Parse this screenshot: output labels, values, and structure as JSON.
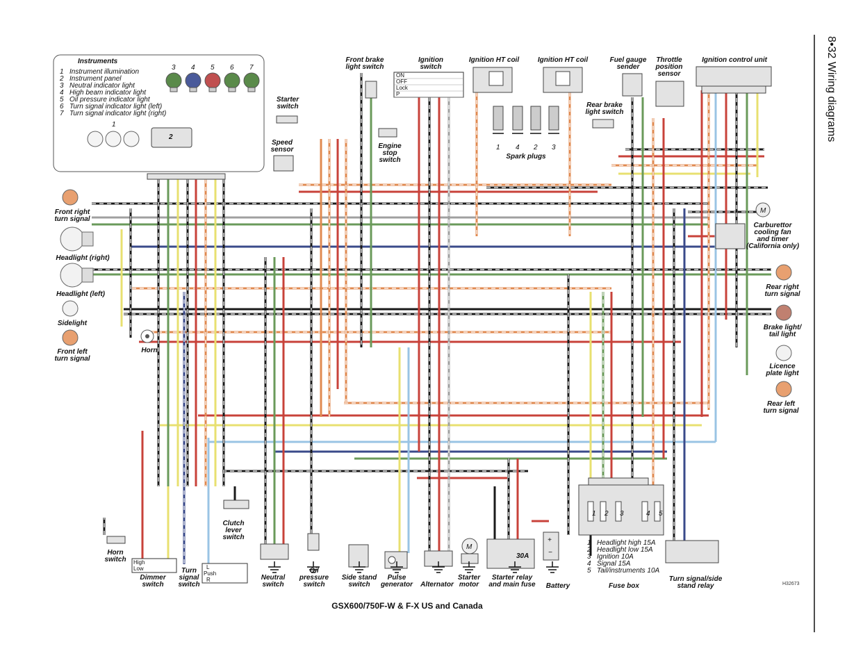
{
  "page": {
    "section_title": "8•32  Wiring diagrams",
    "caption": "GSX600/750F-W & F-X US and Canada",
    "figure_ref": "H32673"
  },
  "instruments": {
    "title": "Instruments",
    "legend": [
      {
        "num": "1",
        "text": "Instrument illumination"
      },
      {
        "num": "2",
        "text": "Instrument panel"
      },
      {
        "num": "3",
        "text": "Neutral indicator light"
      },
      {
        "num": "4",
        "text": "High beam indicator light"
      },
      {
        "num": "5",
        "text": "Oil pressure indicator light"
      },
      {
        "num": "6",
        "text": "Turn signal indicator light (left)"
      },
      {
        "num": "7",
        "text": "Turn signal indicator light (right)"
      }
    ],
    "bulb_numbers": [
      "3",
      "4",
      "5",
      "6",
      "7"
    ],
    "bulb_colors": [
      "#5a8a4a",
      "#4a5a9a",
      "#c05050",
      "#5a8a4a",
      "#5a8a4a"
    ],
    "illumination_num": "1",
    "panel_num": "2"
  },
  "components": {
    "front_brake": [
      "Front brake",
      "light switch"
    ],
    "ignition_switch": [
      "Ignition",
      "switch"
    ],
    "ignition_positions": [
      "ON",
      "OFF",
      "Lock",
      "P"
    ],
    "ht_coil_1": "Ignition HT coil",
    "ht_coil_2": "Ignition HT coil",
    "spark_plugs": "Spark plugs",
    "plug_numbers": [
      "1",
      "4",
      "2",
      "3"
    ],
    "fuel_gauge": [
      "Fuel gauge",
      "sender"
    ],
    "throttle": [
      "Throttle",
      "position",
      "sensor"
    ],
    "icu": "Ignition control unit",
    "starter_switch": [
      "Starter",
      "switch"
    ],
    "speed_sensor": [
      "Speed",
      "sensor"
    ],
    "engine_stop": [
      "Engine",
      "stop",
      "switch"
    ],
    "rear_brake": [
      "Rear brake",
      "light switch"
    ],
    "front_right_turn": [
      "Front right",
      "turn signal"
    ],
    "headlight_right": "Headlight (right)",
    "headlight_left": "Headlight (left)",
    "sidelight": "Sidelight",
    "front_left_turn": [
      "Front left",
      "turn signal"
    ],
    "horn": "Horn",
    "fan_motor": "M",
    "fan": [
      "Carburettor",
      "cooling fan",
      "and timer",
      "(California only)"
    ],
    "rear_right_turn": [
      "Rear right",
      "turn signal"
    ],
    "brake_tail": [
      "Brake light/",
      "tail light"
    ],
    "licence": [
      "Licence",
      "plate light"
    ],
    "rear_left_turn": [
      "Rear left",
      "turn signal"
    ],
    "horn_switch": [
      "Horn",
      "switch"
    ],
    "dimmer": [
      "Dimmer",
      "switch"
    ],
    "dimmer_positions": [
      "High",
      "Low"
    ],
    "turn_switch": [
      "Turn",
      "signal",
      "switch"
    ],
    "turn_positions": [
      "L",
      "Push",
      "R"
    ],
    "clutch": [
      "Clutch",
      "lever",
      "switch"
    ],
    "neutral": [
      "Neutral",
      "switch"
    ],
    "oil": [
      "Oil",
      "pressure",
      "switch"
    ],
    "side_stand": [
      "Side stand",
      "switch"
    ],
    "pulse": [
      "Pulse",
      "generator"
    ],
    "alternator": "Alternator",
    "starter_motor": [
      "Starter",
      "motor"
    ],
    "starter_motor_symbol": "M",
    "starter_relay": [
      "Starter relay",
      "and main fuse"
    ],
    "main_fuse": "30A",
    "battery": "Battery",
    "fuse_box": "Fuse box",
    "fuse_numbers": [
      "1",
      "2",
      "3",
      "4",
      "5"
    ],
    "fuse_legend": [
      {
        "num": "1",
        "text": "Headlight high 15A"
      },
      {
        "num": "2",
        "text": "Headlight low 15A"
      },
      {
        "num": "3",
        "text": "Ignition 10A"
      },
      {
        "num": "4",
        "text": "Signal 15A"
      },
      {
        "num": "5",
        "text": "Tail/instruments 10A"
      }
    ],
    "turn_relay": [
      "Turn signal/side",
      "stand relay"
    ]
  },
  "wire_colors": {
    "black": "#1a1a1a",
    "red": "#c8423a",
    "orange": "#e08a50",
    "green": "#6a9a5a",
    "blue": "#3a4a8a",
    "lightblue": "#9ac4e4",
    "yellow": "#e8e070",
    "grey": "#a0a0a0",
    "pink": "#eaaaaa",
    "brown": "#8a5a4a"
  }
}
